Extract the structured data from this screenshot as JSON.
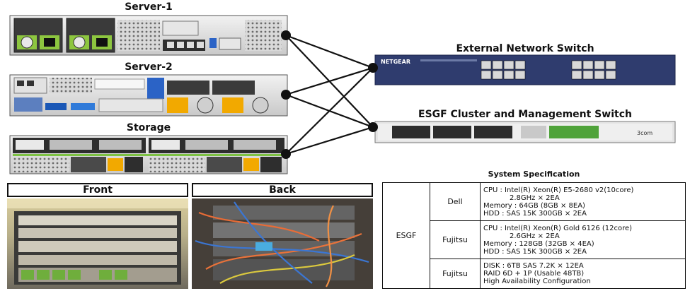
{
  "devices": {
    "server1": "Server-1",
    "server2": "Server-2",
    "storage": "Storage",
    "external_switch": "External Network Switch",
    "cluster_switch": "ESGF Cluster and Management Switch"
  },
  "switch_brands": {
    "external": "NETGEAR",
    "cluster": "3com"
  },
  "photos": {
    "front": "Front",
    "back": "Back"
  },
  "spec": {
    "title": "System Specification",
    "group": "ESGF",
    "rows": [
      {
        "vendor": "Dell",
        "lines": [
          "CPU : Intel(R) Xeon(R) E5-2680 v2(10core)",
          "2.8GHz × 2EA",
          "Memory : 64GB (8GB × 8EA)",
          "HDD : SAS 15K 300GB × 2EA"
        ]
      },
      {
        "vendor": "Fujitsu",
        "lines": [
          "CPU : Intel(R) Xeon(R) Gold 6126 (12core)",
          "2.6GHz × 2EA",
          "Memory : 128GB (32GB × 4EA)",
          "HDD : SAS 15K 300GB × 2EA"
        ]
      },
      {
        "vendor": "Fujitsu",
        "lines": [
          "DISK : 6TB SAS 7.2K × 12EA",
          "RAID 6D + 1P (Usable 48TB)",
          "High Availability Configuration"
        ]
      }
    ]
  }
}
